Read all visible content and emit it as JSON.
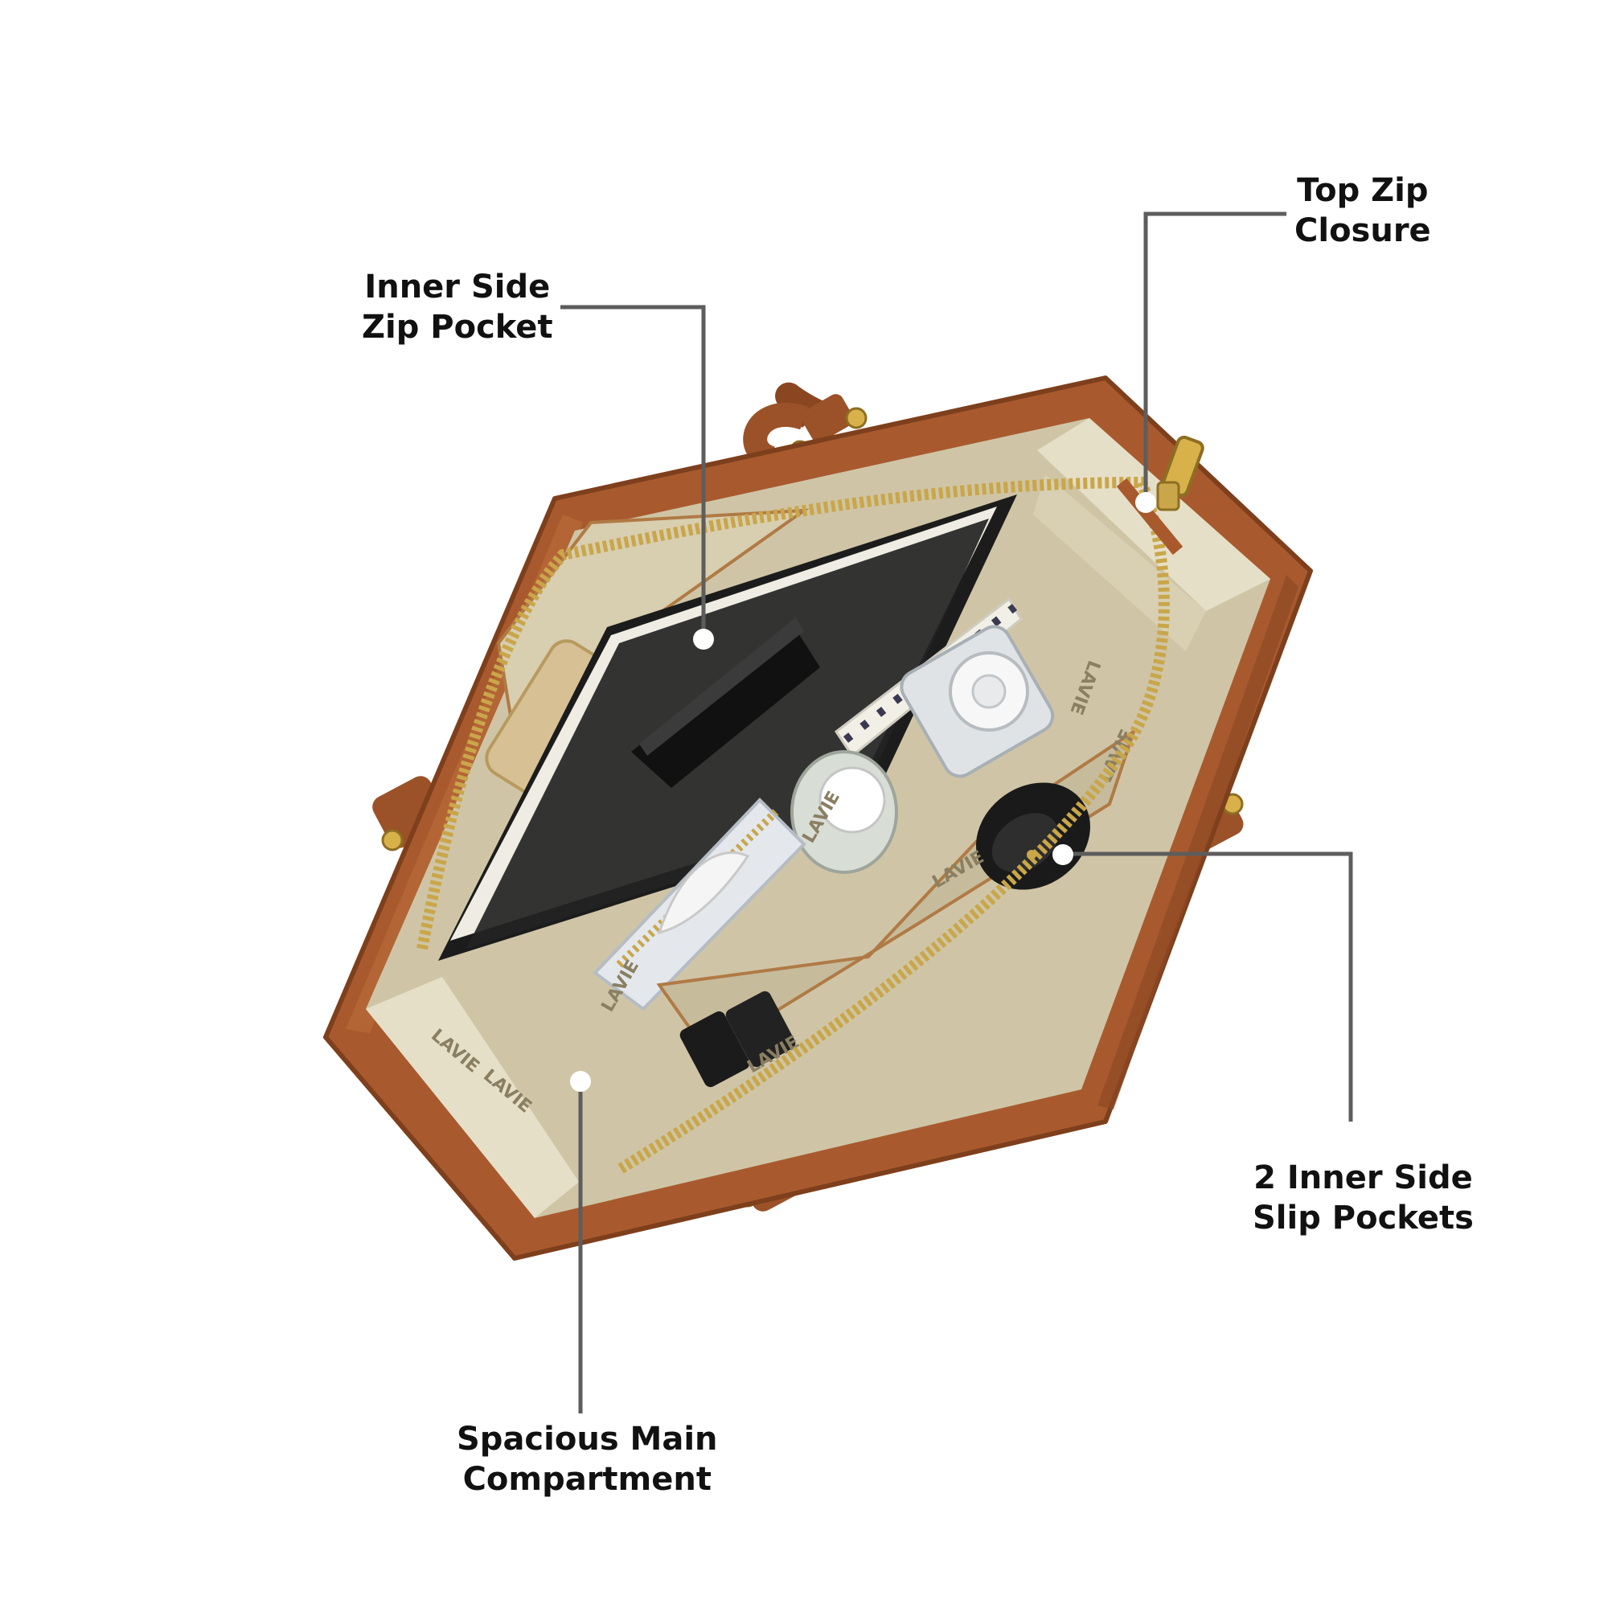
{
  "callouts": {
    "top_zip": {
      "line1": "Top Zip",
      "line2": "Closure"
    },
    "inner_zip_pocket": {
      "line1": "Inner Side",
      "line2": "Zip Pocket"
    },
    "slip_pockets": {
      "line1": "2 Inner Side",
      "line2": "Slip Pockets"
    },
    "main_compartment": {
      "line1": "Spacious Main",
      "line2": "Compartment"
    }
  },
  "bag_prints": [
    "LAVIE",
    "LAVIE",
    "LAVIE",
    "LAVIE",
    "LAVIE",
    "LAVIE",
    "LAVIE",
    "LAVIE"
  ],
  "colors": {
    "leather": "#a85a2e",
    "leather_dark": "#7e3f1c",
    "lining": "#cfc5a6",
    "lining_light": "#e6dfc8",
    "zipper": "#c9a64a",
    "leader_line": "#5d5d5d",
    "text": "#111111"
  }
}
